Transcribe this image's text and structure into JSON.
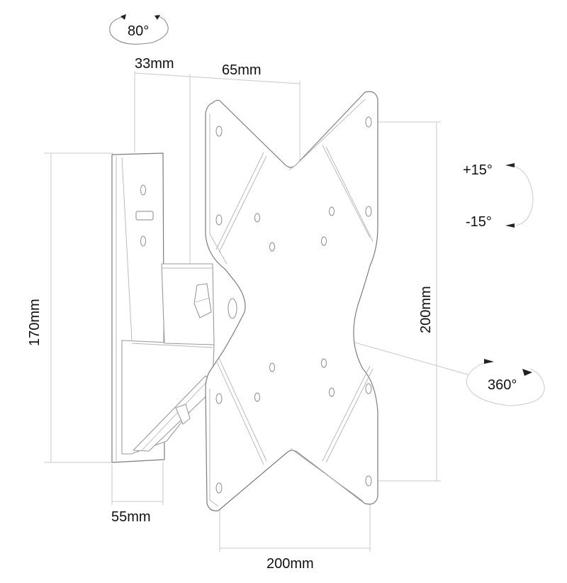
{
  "diagram": {
    "subject": "Tilting / swiveling TV wall mount bracket",
    "colors": {
      "line": "#9a9a9a",
      "dimension_line": "#c8c8c8",
      "text": "#111111",
      "background": "#ffffff"
    },
    "rotation_labels": {
      "swivel": "80°",
      "tilt_up": "+15°",
      "tilt_down": "-15°",
      "rotation": "360°"
    },
    "dimensions": {
      "arm_depth_1": "33mm",
      "arm_depth_2": "65mm",
      "wall_plate_height": "170mm",
      "wall_plate_depth": "55mm",
      "vesa_vertical": "200mm",
      "vesa_horizontal": "200mm"
    }
  }
}
